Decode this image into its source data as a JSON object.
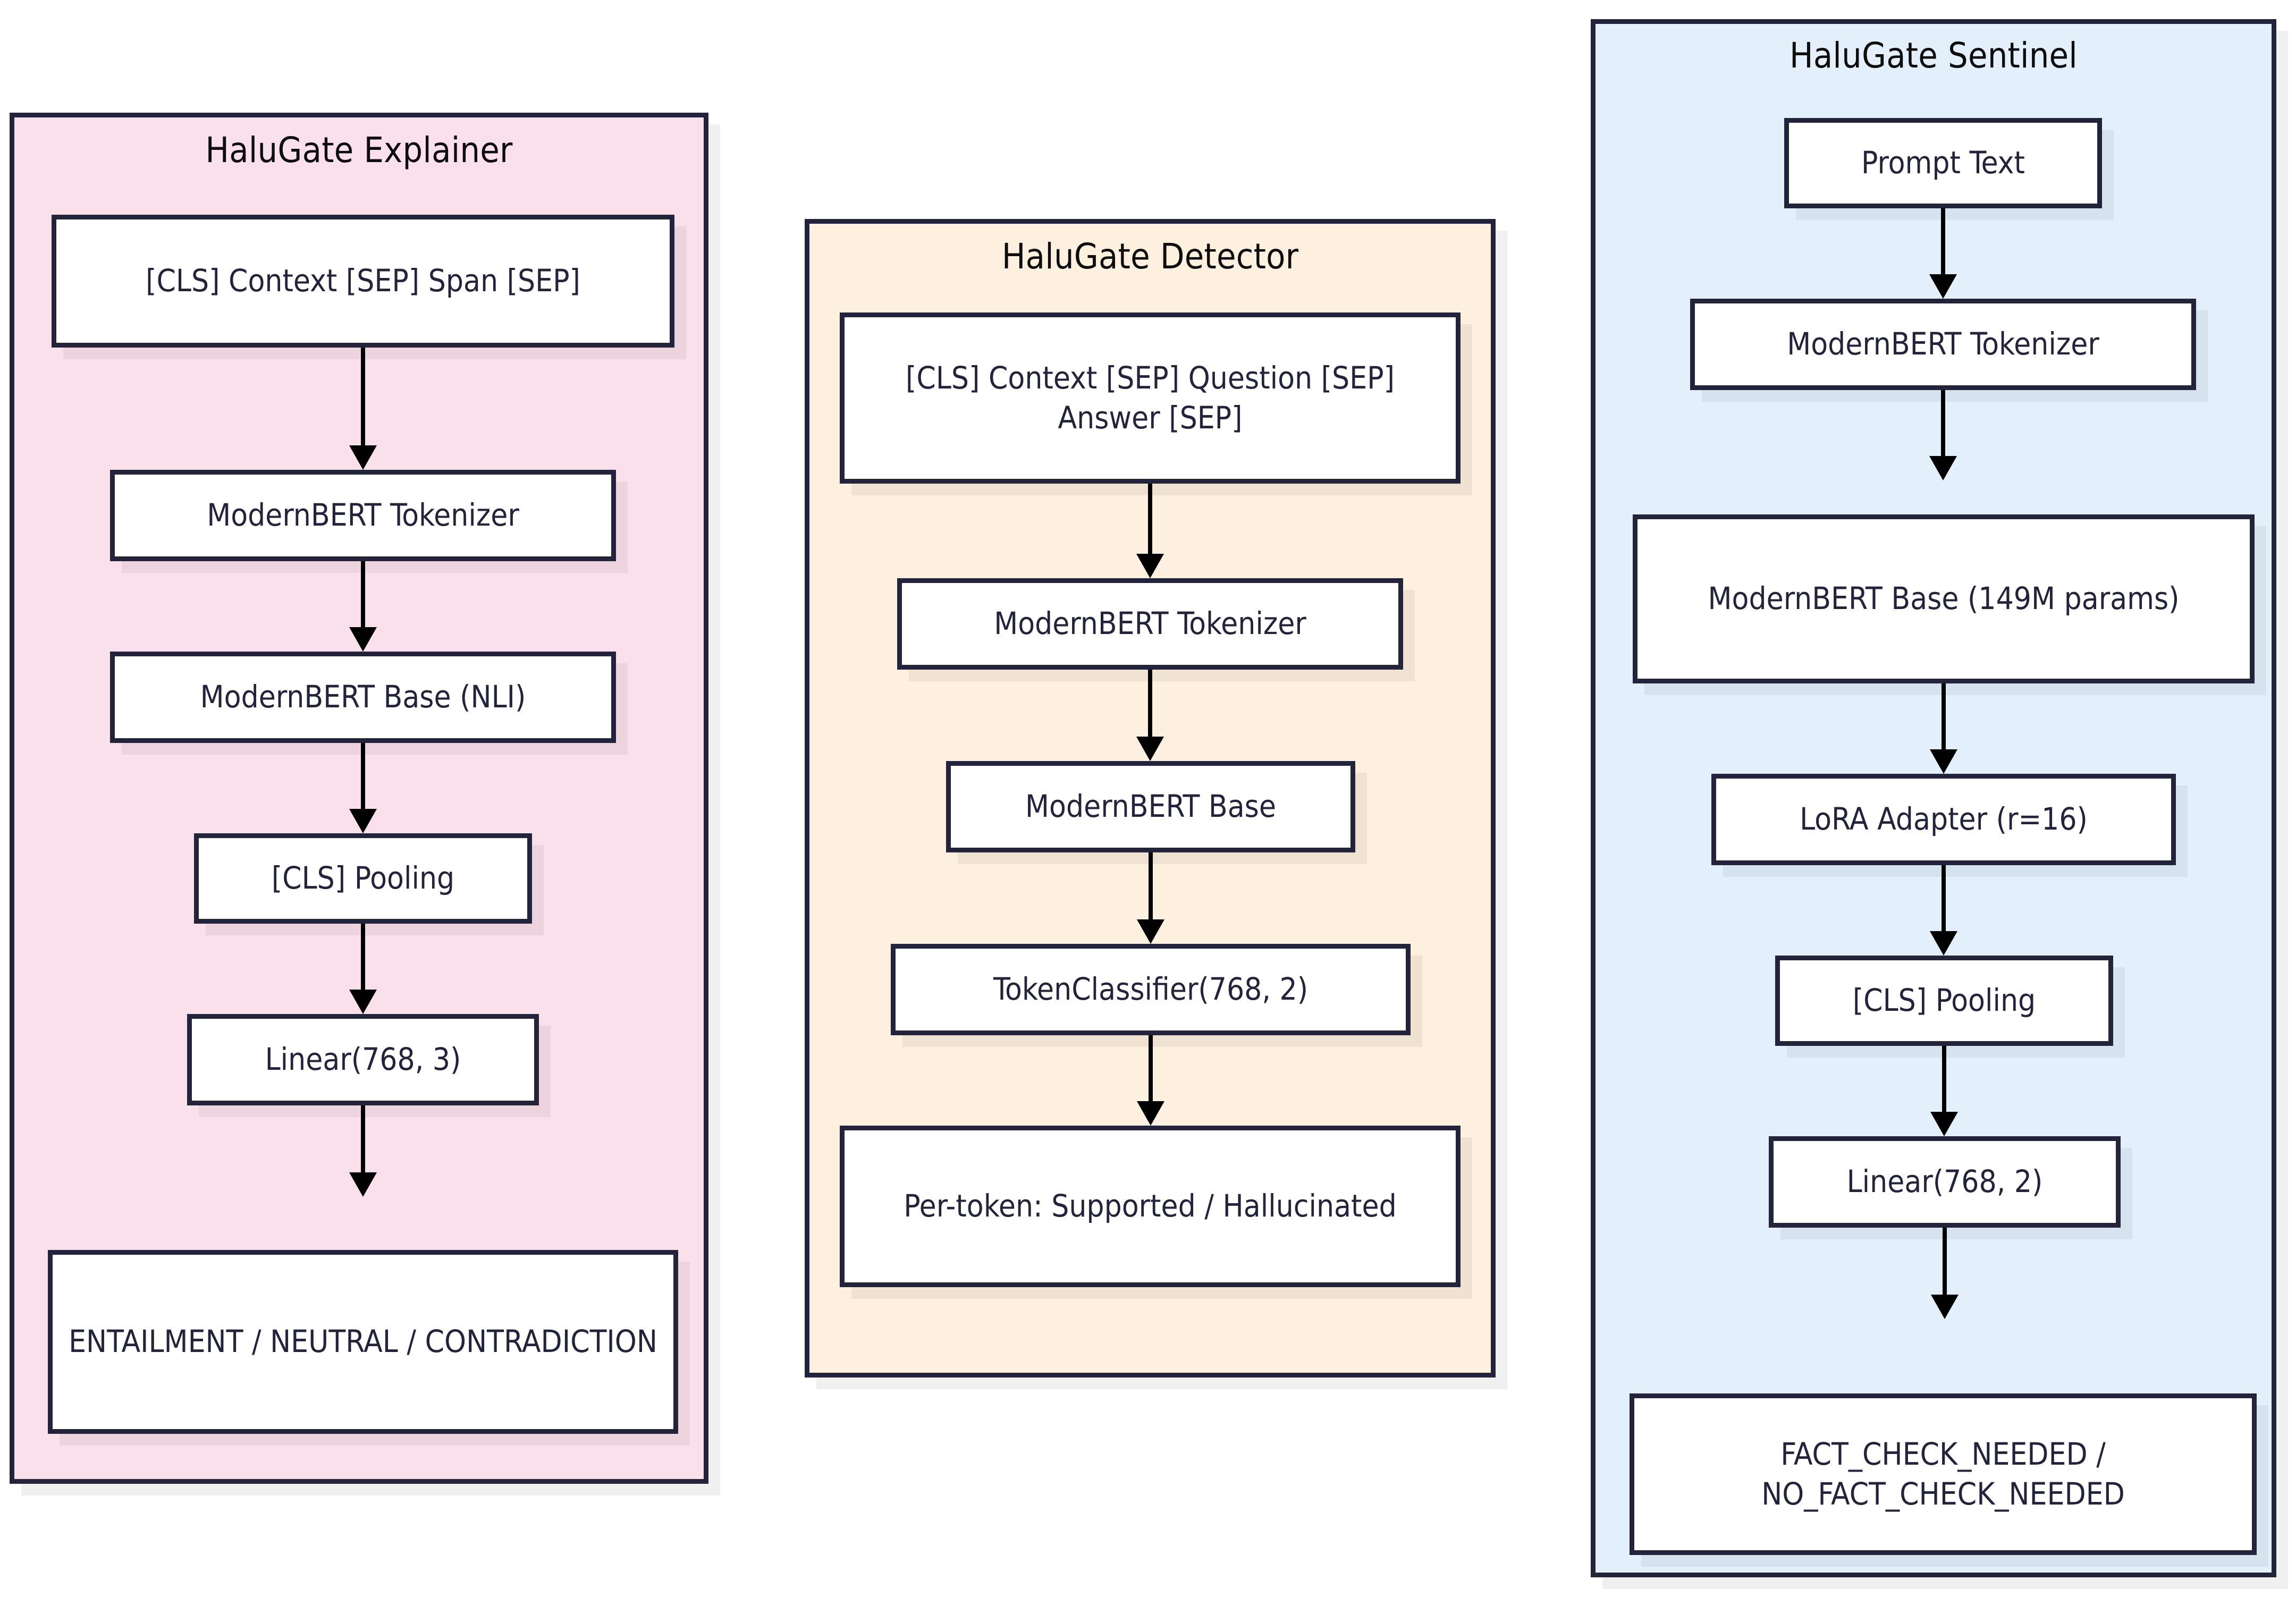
{
  "diagram": {
    "type": "flowchart",
    "direction": "top-to-bottom",
    "background": "#ffffff",
    "node_border_color": "#23233b",
    "node_fill_color": "#ffffff",
    "arrow_color": "#000000"
  },
  "groups": [
    {
      "id": "explainer",
      "title": "HaluGate Explainer",
      "fill": "#fae0eb",
      "border": "#23233b",
      "nodes": [
        {
          "id": "exp-input",
          "label": "[CLS] Context [SEP] Span [SEP]"
        },
        {
          "id": "exp-tokenizer",
          "label": "ModernBERT Tokenizer"
        },
        {
          "id": "exp-base",
          "label": "ModernBERT Base (NLI)"
        },
        {
          "id": "exp-pooling",
          "label": "[CLS] Pooling"
        },
        {
          "id": "exp-linear",
          "label": "Linear(768, 3)"
        },
        {
          "id": "exp-output",
          "label": "ENTAILMENT / NEUTRAL / CONTRADICTION"
        }
      ],
      "edges": [
        {
          "from": "exp-input",
          "to": "exp-tokenizer"
        },
        {
          "from": "exp-tokenizer",
          "to": "exp-base"
        },
        {
          "from": "exp-base",
          "to": "exp-pooling"
        },
        {
          "from": "exp-pooling",
          "to": "exp-linear"
        },
        {
          "from": "exp-linear",
          "to": "exp-output"
        }
      ]
    },
    {
      "id": "detector",
      "title": "HaluGate Detector",
      "fill": "#fdf0df",
      "border": "#23233b",
      "nodes": [
        {
          "id": "det-input",
          "label": "[CLS] Context [SEP] Question [SEP] Answer [SEP]"
        },
        {
          "id": "det-tokenizer",
          "label": "ModernBERT Tokenizer"
        },
        {
          "id": "det-base",
          "label": "ModernBERT Base"
        },
        {
          "id": "det-classifier",
          "label": "TokenClassifier(768, 2)"
        },
        {
          "id": "det-output",
          "label": "Per-token: Supported / Hallucinated"
        }
      ],
      "edges": [
        {
          "from": "det-input",
          "to": "det-tokenizer"
        },
        {
          "from": "det-tokenizer",
          "to": "det-base"
        },
        {
          "from": "det-base",
          "to": "det-classifier"
        },
        {
          "from": "det-classifier",
          "to": "det-output"
        }
      ]
    },
    {
      "id": "sentinel",
      "title": "HaluGate Sentinel",
      "fill": "#e3f0fb",
      "border": "#23233b",
      "nodes": [
        {
          "id": "sen-prompt",
          "label": "Prompt Text"
        },
        {
          "id": "sen-tokenizer",
          "label": "ModernBERT Tokenizer"
        },
        {
          "id": "sen-base",
          "label": "ModernBERT Base (149M params)"
        },
        {
          "id": "sen-lora",
          "label": "LoRA Adapter (r=16)"
        },
        {
          "id": "sen-pooling",
          "label": "[CLS] Pooling"
        },
        {
          "id": "sen-linear",
          "label": "Linear(768, 2)"
        },
        {
          "id": "sen-output",
          "label": "FACT_CHECK_NEEDED / NO_FACT_CHECK_NEEDED"
        }
      ],
      "edges": [
        {
          "from": "sen-prompt",
          "to": "sen-tokenizer"
        },
        {
          "from": "sen-tokenizer",
          "to": "sen-base"
        },
        {
          "from": "sen-base",
          "to": "sen-lora"
        },
        {
          "from": "sen-lora",
          "to": "sen-pooling"
        },
        {
          "from": "sen-pooling",
          "to": "sen-linear"
        },
        {
          "from": "sen-linear",
          "to": "sen-output"
        }
      ]
    }
  ]
}
